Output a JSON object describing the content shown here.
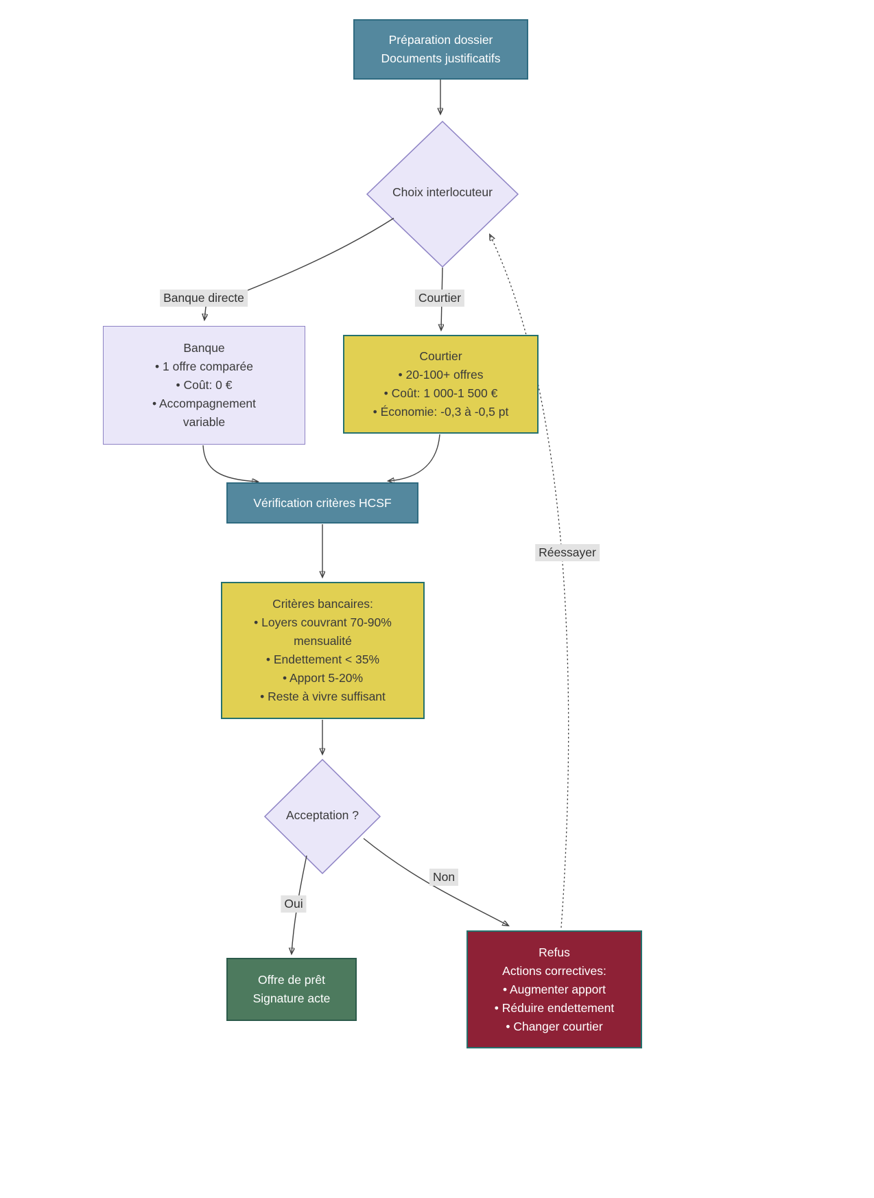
{
  "colors": {
    "teal_node": "#54889e",
    "teal_border": "#2f6b80",
    "lavender_node": "#eae7f9",
    "lavender_border": "#8d82c4",
    "yellow_node": "#e1d052",
    "yellow_border": "#25716d",
    "green_node": "#4d7a5e",
    "green_border": "#2b5a4a",
    "red_node": "#8e2136",
    "edge_label_bg": "#e3e3e3",
    "arrow": "#404040"
  },
  "nodes": {
    "preparation": {
      "lines": [
        "Préparation dossier",
        "Documents justificatifs"
      ]
    },
    "choix": {
      "label": "Choix interlocuteur"
    },
    "banque": {
      "lines": [
        "Banque",
        "• 1 offre comparée",
        "• Coût: 0 €",
        "• Accompagnement variable"
      ]
    },
    "courtier": {
      "lines": [
        "Courtier",
        "• 20-100+ offres",
        "• Coût: 1 000-1 500 €",
        "• Économie: -0,3 à -0,5 pt"
      ]
    },
    "hcsf": {
      "label": "Vérification critères HCSF"
    },
    "criteres": {
      "lines": [
        "Critères bancaires:",
        "• Loyers couvrant 70-90% mensualité",
        "• Endettement < 35%",
        "• Apport 5-20%",
        "• Reste à vivre suffisant"
      ]
    },
    "acceptation": {
      "label": "Acceptation ?"
    },
    "offre": {
      "lines": [
        "Offre de prêt",
        "Signature acte"
      ]
    },
    "refus": {
      "lines": [
        "Refus",
        "Actions correctives:",
        "• Augmenter apport",
        "• Réduire endettement",
        "• Changer courtier"
      ]
    }
  },
  "edge_labels": {
    "banque_directe": "Banque directe",
    "courtier": "Courtier",
    "oui": "Oui",
    "non": "Non",
    "reessayer": "Réessayer"
  }
}
